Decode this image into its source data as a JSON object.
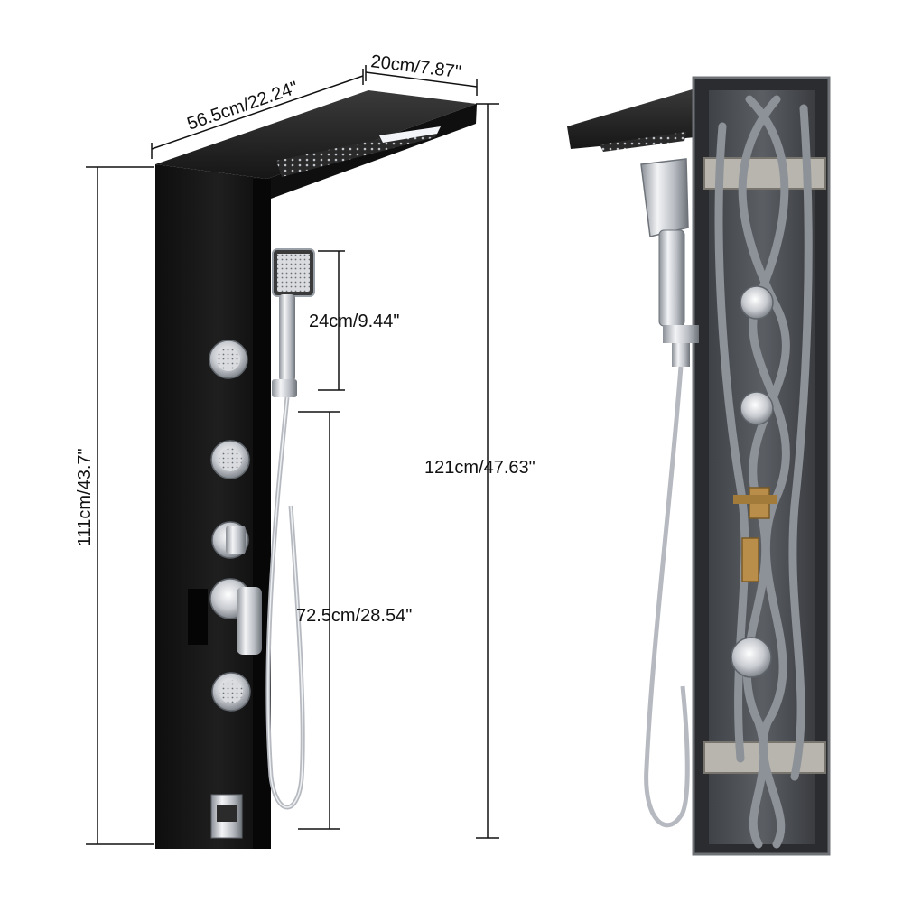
{
  "dimensions": {
    "width_top": "56.5cm/22.24\"",
    "depth_top": "20cm/7.87\"",
    "handheld_length": "24cm/9.44\"",
    "hose_height": "72.5cm/28.54\"",
    "panel_height": "111cm/43.7\"",
    "total_height": "121cm/47.63\""
  },
  "colors": {
    "panel": "#141414",
    "panel_edge": "#2e2e2e",
    "chrome": "#c9ccd1",
    "chrome_dark": "#7d838b",
    "hose_gray": "#8d9198",
    "bracket": "#b7b5ad",
    "line": "#111111"
  }
}
